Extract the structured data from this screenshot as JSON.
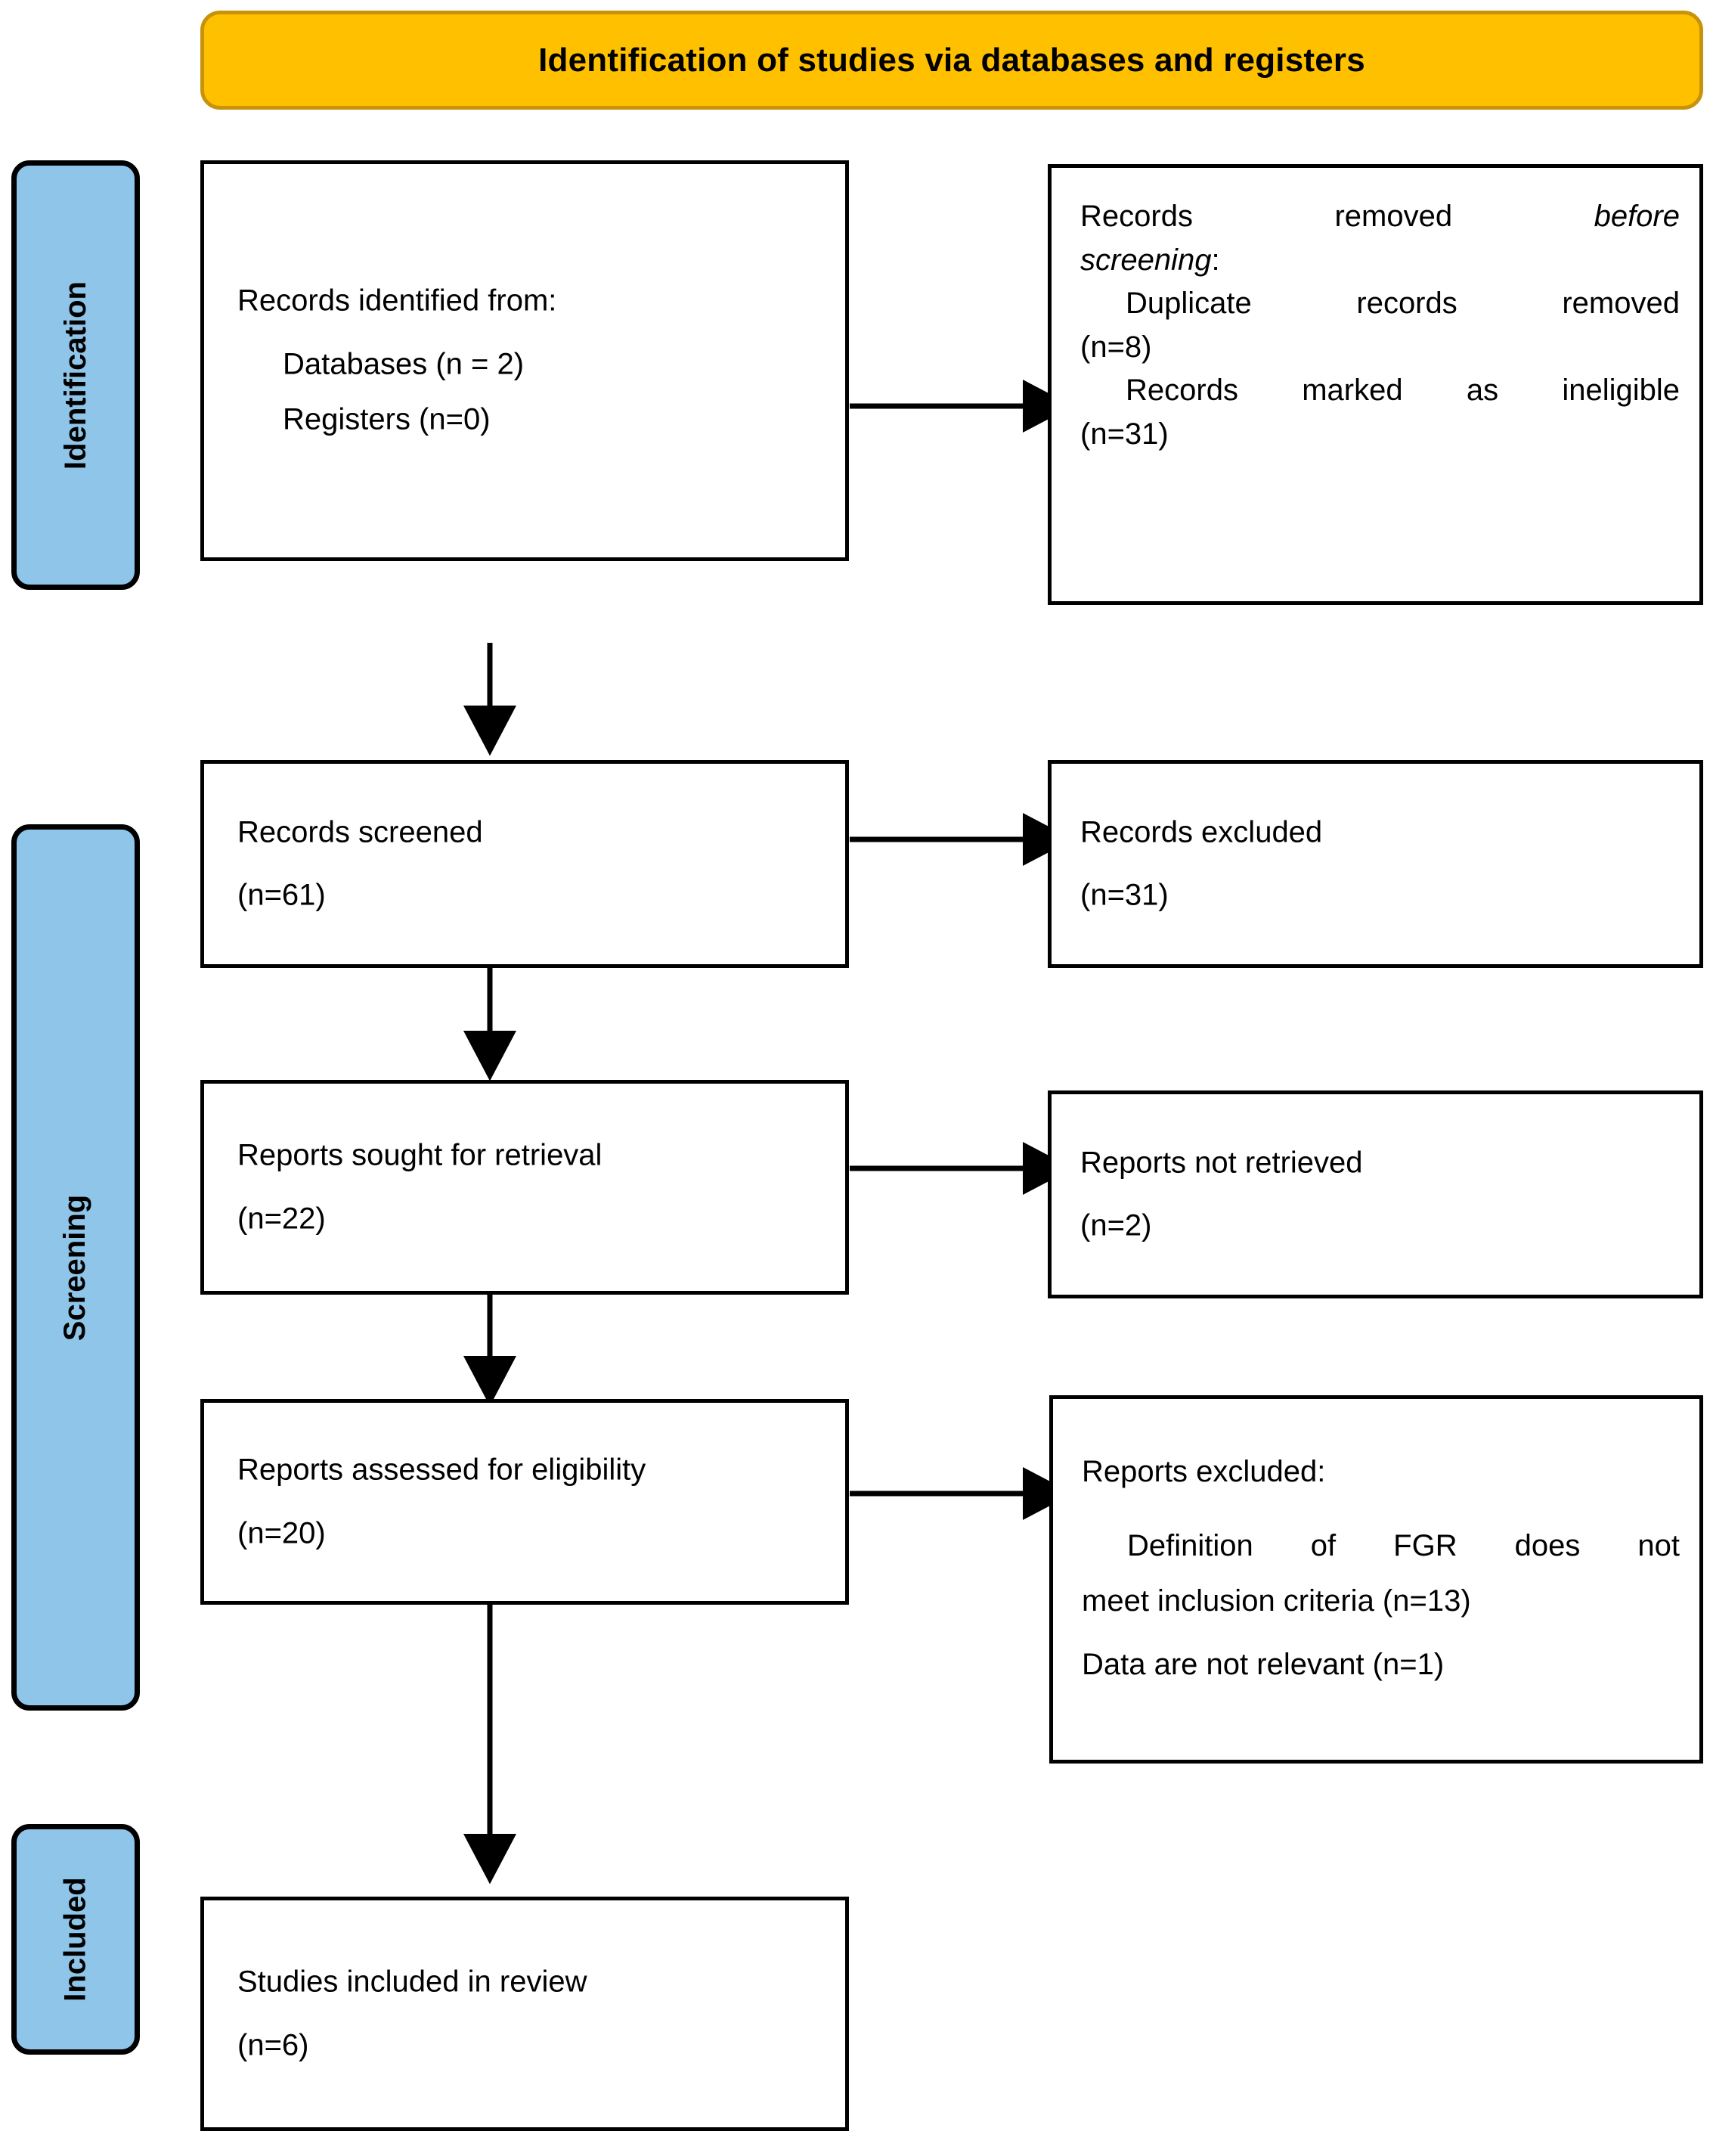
{
  "banner": {
    "title": "Identification of studies via databases and registers",
    "fill": "#FFC000",
    "border": "#C8930A"
  },
  "phases": [
    {
      "label": "Identification"
    },
    {
      "label": "Screening"
    },
    {
      "label": "Included"
    }
  ],
  "palette": {
    "phase_fill": "#8FC5E8",
    "node_border": "#000000",
    "node_fill": "#FFFFFF",
    "arrow": "#000000"
  },
  "nodes": {
    "identified": {
      "line1": "Records identified from:",
      "line2": "Databases (n = 2)",
      "line3": "Registers (n=0)"
    },
    "removed": {
      "line1a": "Records removed",
      "line1b": "before",
      "line2": "screening",
      "line2_suffix": ":",
      "line3": "Duplicate records removed",
      "line4": "(n=8)",
      "line5": "Records marked as ineligible",
      "line6": "(n=31)"
    },
    "screened": {
      "line1": "Records screened",
      "line2": "(n=61)"
    },
    "records_excluded": {
      "line1": "Records excluded",
      "line2": "(n=31)"
    },
    "sought": {
      "line1": "Reports sought for retrieval",
      "line2": "(n=22)"
    },
    "not_retrieved": {
      "line1": "Reports not retrieved",
      "line2": "(n=2)"
    },
    "assessed": {
      "line1": "Reports assessed for eligibility",
      "line2": "(n=20)"
    },
    "reports_excluded": {
      "line1": "Reports excluded:",
      "line2": "Definition of FGR does not",
      "line3": "meet inclusion criteria (n=13)",
      "line4": "Data are not relevant (n=1)"
    },
    "included_studies": {
      "line1": "Studies included in review",
      "line2": "(n=6)"
    }
  },
  "chart_data": {
    "type": "flowchart",
    "title": "Identification of studies via databases and registers",
    "phases": [
      "Identification",
      "Screening",
      "Included"
    ],
    "steps": [
      {
        "id": "identified",
        "phase": "Identification",
        "label": "Records identified from: Databases (n = 2); Registers (n=0)",
        "n_databases": 2,
        "n_registers": 0
      },
      {
        "id": "removed",
        "phase": "Identification",
        "label": "Records removed before screening",
        "duplicate_records_removed": 8,
        "records_marked_ineligible": 31
      },
      {
        "id": "screened",
        "phase": "Screening",
        "label": "Records screened",
        "n": 61
      },
      {
        "id": "records_excluded",
        "phase": "Screening",
        "label": "Records excluded",
        "n": 31
      },
      {
        "id": "sought",
        "phase": "Screening",
        "label": "Reports sought for retrieval",
        "n": 22
      },
      {
        "id": "not_retrieved",
        "phase": "Screening",
        "label": "Reports not retrieved",
        "n": 2
      },
      {
        "id": "assessed",
        "phase": "Screening",
        "label": "Reports assessed for eligibility",
        "n": 20
      },
      {
        "id": "reports_excluded",
        "phase": "Screening",
        "label": "Reports excluded",
        "definition_of_fgr_not_meeting_criteria": 13,
        "data_not_relevant": 1
      },
      {
        "id": "included_studies",
        "phase": "Included",
        "label": "Studies included in review",
        "n": 6
      }
    ],
    "edges": [
      {
        "from": "identified",
        "to": "removed",
        "direction": "right"
      },
      {
        "from": "identified",
        "to": "screened",
        "direction": "down"
      },
      {
        "from": "screened",
        "to": "records_excluded",
        "direction": "right"
      },
      {
        "from": "screened",
        "to": "sought",
        "direction": "down"
      },
      {
        "from": "sought",
        "to": "not_retrieved",
        "direction": "right"
      },
      {
        "from": "sought",
        "to": "assessed",
        "direction": "down"
      },
      {
        "from": "assessed",
        "to": "reports_excluded",
        "direction": "right"
      },
      {
        "from": "assessed",
        "to": "included_studies",
        "direction": "down"
      }
    ]
  }
}
